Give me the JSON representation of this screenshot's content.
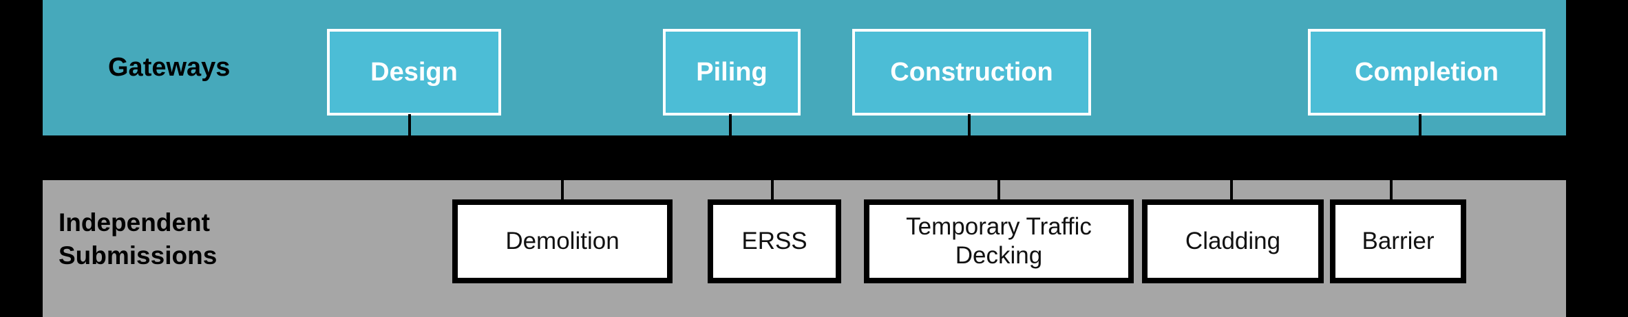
{
  "diagram": {
    "colors": {
      "background": "#000000",
      "gateways_band": "#46a9bb",
      "gateway_box_fill": "#4cbdd6",
      "gateway_box_border": "#ffffff",
      "gateway_text": "#ffffff",
      "submissions_band": "#a6a6a6",
      "submission_box_fill": "#ffffff",
      "submission_box_border": "#000000",
      "submission_text": "#000000",
      "connector": "#000000"
    },
    "gateways_band": {
      "label": "Gateways",
      "items": [
        {
          "label": "Design"
        },
        {
          "label": "Piling"
        },
        {
          "label": "Construction"
        },
        {
          "label": "Completion"
        }
      ]
    },
    "submissions_band": {
      "label": "Independent Submissions",
      "items": [
        {
          "label": "Demolition"
        },
        {
          "label": "ERSS"
        },
        {
          "label": "Temporary Traffic Decking"
        },
        {
          "label": "Cladding"
        },
        {
          "label": "Barrier"
        }
      ]
    }
  }
}
